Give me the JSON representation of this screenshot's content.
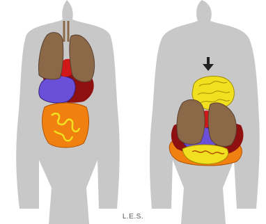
{
  "caption": "L.E.S.",
  "colors": {
    "body": "#c8c8c8",
    "lungs": "#8b6848",
    "heart": "#d01818",
    "stomach": "#6a50d8",
    "liver": "#8e1010",
    "intestine": "#f08010",
    "brain": "#f0e020",
    "arrow": "#222222"
  },
  "figures": [
    {
      "name": "normal-anatomy"
    },
    {
      "name": "displaced-anatomy",
      "arrow": "down-arrow-icon"
    }
  ]
}
